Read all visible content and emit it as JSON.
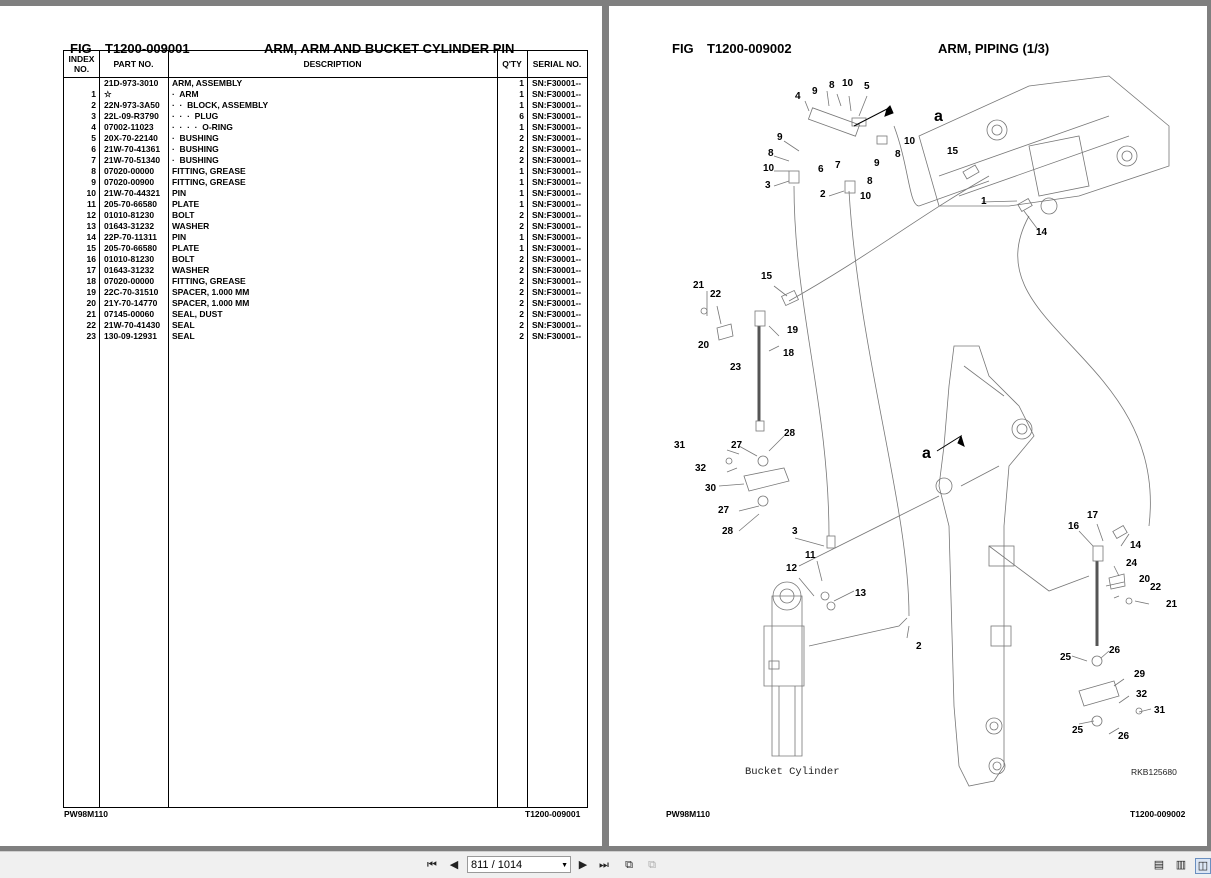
{
  "left_page": {
    "fig_label": "FIG",
    "fig_number": "T1200-009001",
    "title": "ARM, ARM AND BUCKET CYLINDER PIN",
    "columns": {
      "index": "INDEX NO.",
      "part_no": "PART NO.",
      "description": "DESCRIPTION",
      "qty": "Q'TY",
      "serial": "SERIAL NO."
    },
    "rows": [
      {
        "index": "",
        "part": "21D-973-3010",
        "desc": "ARM, ASSEMBLY",
        "qty": "1",
        "serial": "SN:F30001--"
      },
      {
        "index": "1",
        "part": "☆",
        "desc": "·  ARM",
        "qty": "1",
        "serial": "SN:F30001--"
      },
      {
        "index": "2",
        "part": "22N-973-3A50",
        "desc": "·  ·  BLOCK, ASSEMBLY",
        "qty": "1",
        "serial": "SN:F30001--"
      },
      {
        "index": "3",
        "part": "22L-09-R3790",
        "desc": "·  ·  ·  PLUG",
        "qty": "6",
        "serial": "SN:F30001--"
      },
      {
        "index": "4",
        "part": "07002-11023",
        "desc": "·  ·  ·  ·  O-RING",
        "qty": "1",
        "serial": "SN:F30001--"
      },
      {
        "index": "5",
        "part": "20X-70-22140",
        "desc": "·  BUSHING",
        "qty": "2",
        "serial": "SN:F30001--"
      },
      {
        "index": "6",
        "part": "21W-70-41361",
        "desc": "·  BUSHING",
        "qty": "2",
        "serial": "SN:F30001--"
      },
      {
        "index": "7",
        "part": "21W-70-51340",
        "desc": "·  BUSHING",
        "qty": "2",
        "serial": "SN:F30001--"
      },
      {
        "index": "8",
        "part": "07020-00000",
        "desc": "FITTING, GREASE",
        "qty": "1",
        "serial": "SN:F30001--"
      },
      {
        "index": "9",
        "part": "07020-00900",
        "desc": "FITTING, GREASE",
        "qty": "1",
        "serial": "SN:F30001--"
      },
      {
        "index": "10",
        "part": "21W-70-44321",
        "desc": "PIN",
        "qty": "1",
        "serial": "SN:F30001--"
      },
      {
        "index": "11",
        "part": "205-70-66580",
        "desc": "PLATE",
        "qty": "1",
        "serial": "SN:F30001--"
      },
      {
        "index": "12",
        "part": "01010-81230",
        "desc": "BOLT",
        "qty": "2",
        "serial": "SN:F30001--"
      },
      {
        "index": "13",
        "part": "01643-31232",
        "desc": "WASHER",
        "qty": "2",
        "serial": "SN:F30001--"
      },
      {
        "index": "14",
        "part": "22P-70-11311",
        "desc": "PIN",
        "qty": "1",
        "serial": "SN:F30001--"
      },
      {
        "index": "15",
        "part": "205-70-66580",
        "desc": "PLATE",
        "qty": "1",
        "serial": "SN:F30001--"
      },
      {
        "index": "16",
        "part": "01010-81230",
        "desc": "BOLT",
        "qty": "2",
        "serial": "SN:F30001--"
      },
      {
        "index": "17",
        "part": "01643-31232",
        "desc": "WASHER",
        "qty": "2",
        "serial": "SN:F30001--"
      },
      {
        "index": "18",
        "part": "07020-00000",
        "desc": "FITTING, GREASE",
        "qty": "2",
        "serial": "SN:F30001--"
      },
      {
        "index": "19",
        "part": "22C-70-31510",
        "desc": "SPACER, 1.000 MM",
        "qty": "2",
        "serial": "SN:F30001--"
      },
      {
        "index": "20",
        "part": "21Y-70-14770",
        "desc": "SPACER, 1.000 MM",
        "qty": "2",
        "serial": "SN:F30001--"
      },
      {
        "index": "21",
        "part": "07145-00060",
        "desc": "SEAL, DUST",
        "qty": "2",
        "serial": "SN:F30001--"
      },
      {
        "index": "22",
        "part": "21W-70-41430",
        "desc": "SEAL",
        "qty": "2",
        "serial": "SN:F30001--"
      },
      {
        "index": "23",
        "part": "130-09-12931",
        "desc": "SEAL",
        "qty": "2",
        "serial": "SN:F30001--"
      }
    ],
    "footer_left": "PW98M110",
    "footer_right": "T1200-009001"
  },
  "right_page": {
    "fig_label": "FIG",
    "fig_number": "T1200-009002",
    "title": "ARM, PIPING (1/3)",
    "callouts": {
      "c1": "1",
      "c2": "2",
      "c3": "3",
      "c4": "4",
      "c5": "5",
      "c6": "6",
      "c7": "7",
      "c8": "8",
      "c9": "9",
      "c10": "10",
      "c11": "11",
      "c12": "12",
      "c13": "13",
      "c14": "14",
      "c15": "15",
      "c16": "16",
      "c17": "17",
      "c18": "18",
      "c19": "19",
      "c20": "20",
      "c21": "21",
      "c22": "22",
      "c23": "23",
      "c24": "24",
      "c25": "25",
      "c26": "26",
      "c27": "27",
      "c28": "28",
      "c29": "29",
      "c30": "30",
      "c31": "31",
      "c32": "32",
      "a": "a"
    },
    "bucket_cylinder_label": "Bucket Cylinder",
    "drawing_code": "RKB125680",
    "footer_left": "PW98M110",
    "footer_right": "T1200-009002"
  },
  "toolbar": {
    "page_indicator": "811 / 1014"
  }
}
